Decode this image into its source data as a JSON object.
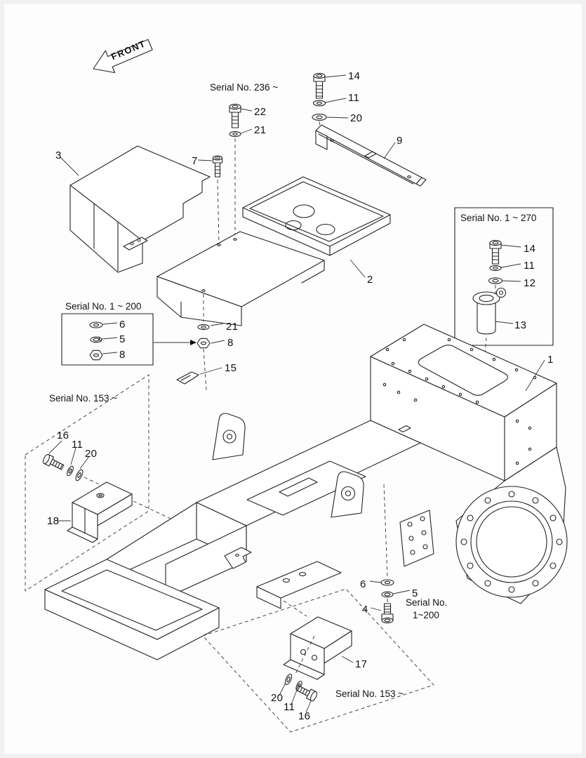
{
  "front_label": "FRONT",
  "serial_notes": {
    "top": "Serial No. 236 ~",
    "right_box": "Serial No. 1 ~ 270",
    "left_box": "Serial No. 1 ~ 200",
    "left_dashed": "Serial No. 153 ~",
    "bottom_right_line1": "Serial No.",
    "bottom_right_line2": "1~200",
    "bottom_dashed": "Serial No. 153 ~"
  },
  "callouts": [
    {
      "text": "14"
    },
    {
      "text": "11"
    },
    {
      "text": "20"
    },
    {
      "text": "22"
    },
    {
      "text": "21"
    },
    {
      "text": "9"
    },
    {
      "text": "7"
    },
    {
      "text": "3"
    },
    {
      "text": "2"
    },
    {
      "text": "14"
    },
    {
      "text": "11"
    },
    {
      "text": "12"
    },
    {
      "text": "13"
    },
    {
      "text": "6"
    },
    {
      "text": "5"
    },
    {
      "text": "8"
    },
    {
      "text": "21"
    },
    {
      "text": "8"
    },
    {
      "text": "15"
    },
    {
      "text": "16"
    },
    {
      "text": "11"
    },
    {
      "text": "20"
    },
    {
      "text": "18"
    },
    {
      "text": "1"
    },
    {
      "text": "6"
    },
    {
      "text": "5"
    },
    {
      "text": "4"
    },
    {
      "text": "17"
    },
    {
      "text": "20"
    },
    {
      "text": "11"
    },
    {
      "text": "16"
    }
  ]
}
